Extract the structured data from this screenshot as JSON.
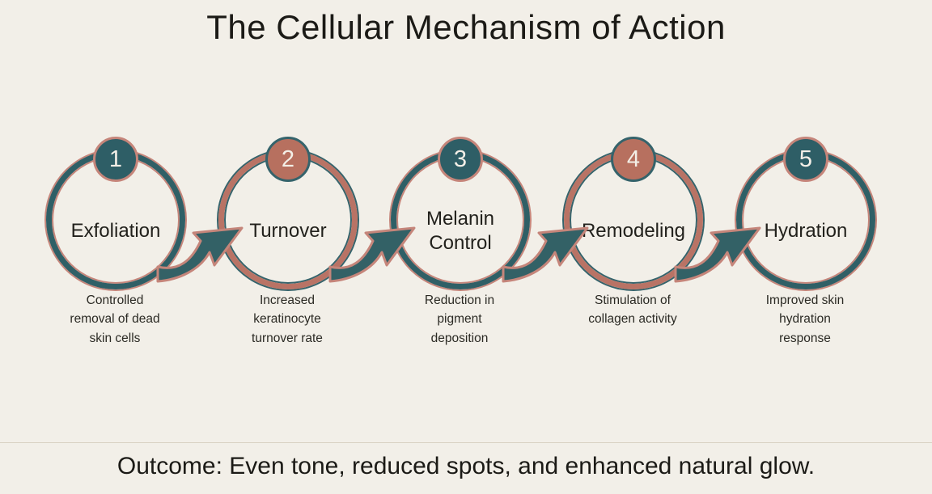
{
  "title": "The Cellular Mechanism of Action",
  "steps": [
    {
      "number": "1",
      "label": "Exfoliation",
      "caption": "Controlled removal of dead skin cells",
      "badge_color": "teal"
    },
    {
      "number": "2",
      "label": "Turnover",
      "caption": "Increased keratinocyte turnover rate",
      "badge_color": "salmon"
    },
    {
      "number": "3",
      "label": "Melanin Control",
      "caption": "Reduction in pigment deposition",
      "badge_color": "teal"
    },
    {
      "number": "4",
      "label": "Remodeling",
      "caption": "Stimulation of collagen activity",
      "badge_color": "salmon"
    },
    {
      "number": "5",
      "label": "Hydration",
      "caption": "Improved skin hydration response",
      "badge_color": "teal"
    }
  ],
  "outcome": "Outcome: Even tone, reduced spots, and enhanced natural glow.",
  "colors": {
    "background": "#f2efe8",
    "teal": "#2f5f66",
    "salmon": "#b97365",
    "ring_outline_salmon": "#c5857a",
    "text": "#1f1e19",
    "divider": "#d9d2c3"
  }
}
